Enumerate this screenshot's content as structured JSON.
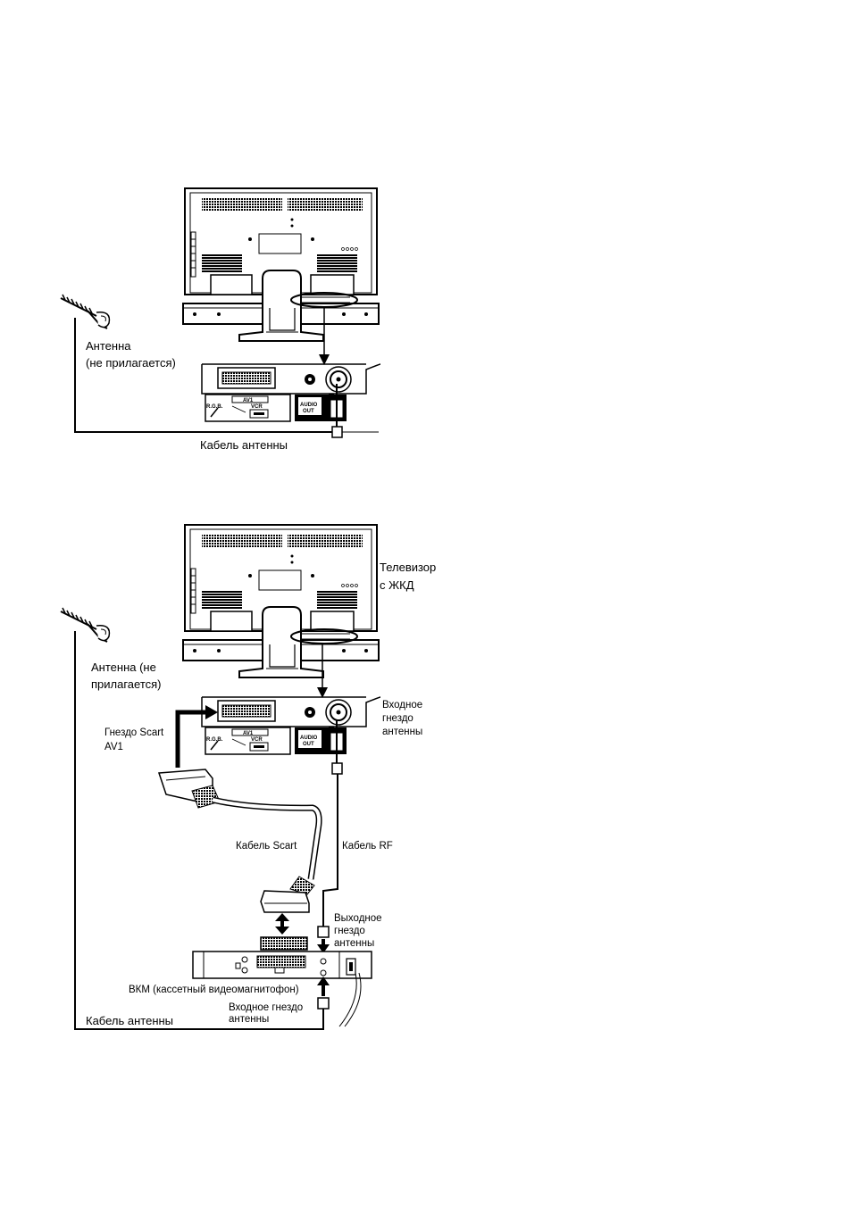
{
  "diagram1": {
    "antenna_label_line1": "Антенна",
    "antenna_label_line2": "(не прилагается)",
    "cable_label": "Кабель антенны",
    "panel_av1": "AV1",
    "panel_rgb": "R.G.B.",
    "panel_vcr": "VCR",
    "panel_audio1": "AUDIO",
    "panel_audio2": "OUT"
  },
  "diagram2": {
    "tv_label_line1": "Телевизор",
    "tv_label_line2": "с ЖКД",
    "antenna_label_line1": "Антенна (не",
    "antenna_label_line2": "прилагается)",
    "input_jack_line1": "Входное",
    "input_jack_line2": "гнездо",
    "input_jack_line3": "антенны",
    "scart_jack_line1": "Гнездо Scart",
    "scart_jack_line2": "AV1",
    "scart_cable": "Кабель Scart",
    "rf_cable": "Кабель RF",
    "output_jack_line1": "Выходное",
    "output_jack_line2": "гнездо",
    "output_jack_line3": "антенны",
    "vcr_label": "ВКМ (кассетный видеомагнитофон)",
    "vcr_input_line1": "Входное гнездо",
    "vcr_input_line2": "антенны",
    "antenna_cable": "Кабель антенны",
    "panel_av1": "AV1",
    "panel_rgb": "R.G.B.",
    "panel_vcr": "VCR",
    "panel_audio1": "AUDIO",
    "panel_audio2": "OUT"
  }
}
